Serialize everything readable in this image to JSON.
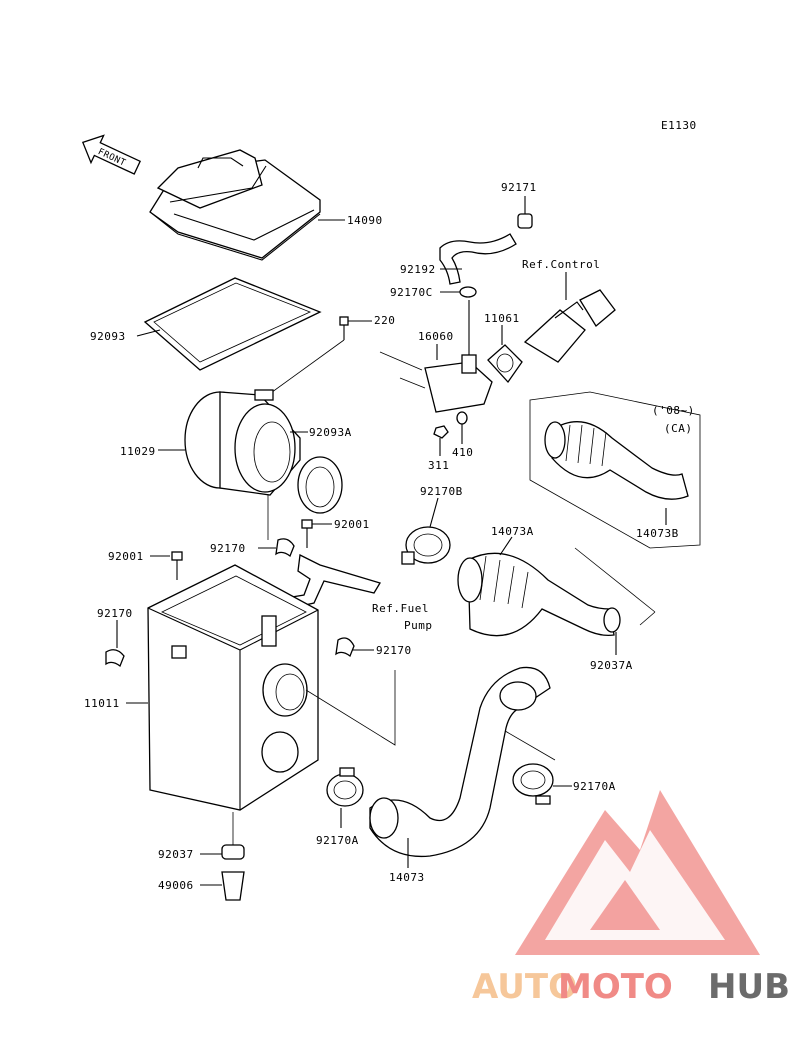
{
  "diagram_code": "E1130",
  "front_label": "FRONT",
  "labels": {
    "p14090": "14090",
    "p92171": "92171",
    "p92192": "92192",
    "refControl": "Ref.Control",
    "p92170C": "92170C",
    "p220": "220",
    "p92093": "92093",
    "p16060": "16060",
    "p11061": "11061",
    "p92093A": "92093A",
    "p11029": "11029",
    "p311": "311",
    "p410": "410",
    "ca_year": "('08~)",
    "ca_region": "(CA)",
    "p14073B": "14073B",
    "p92170B": "92170B",
    "p92001a": "92001",
    "p92001b": "92001",
    "p92170a": "92170",
    "p14073A": "14073A",
    "refFuel1": "Ref.Fuel",
    "refFuel2": "Pump",
    "p92170b": "92170",
    "p92170c": "92170",
    "p92037A": "92037A",
    "p11011": "11011",
    "p92170A1": "92170A",
    "p92170A2": "92170A",
    "p92037": "92037",
    "p49006": "49006",
    "p14073": "14073"
  },
  "watermark": {
    "part1": "AUTO",
    "part2": "MOTO",
    "part3": "HUB",
    "color1": "#f6c79a",
    "color2": "#f08a86",
    "color3": "#6b6b6b",
    "logo_color": "#f08a86"
  }
}
